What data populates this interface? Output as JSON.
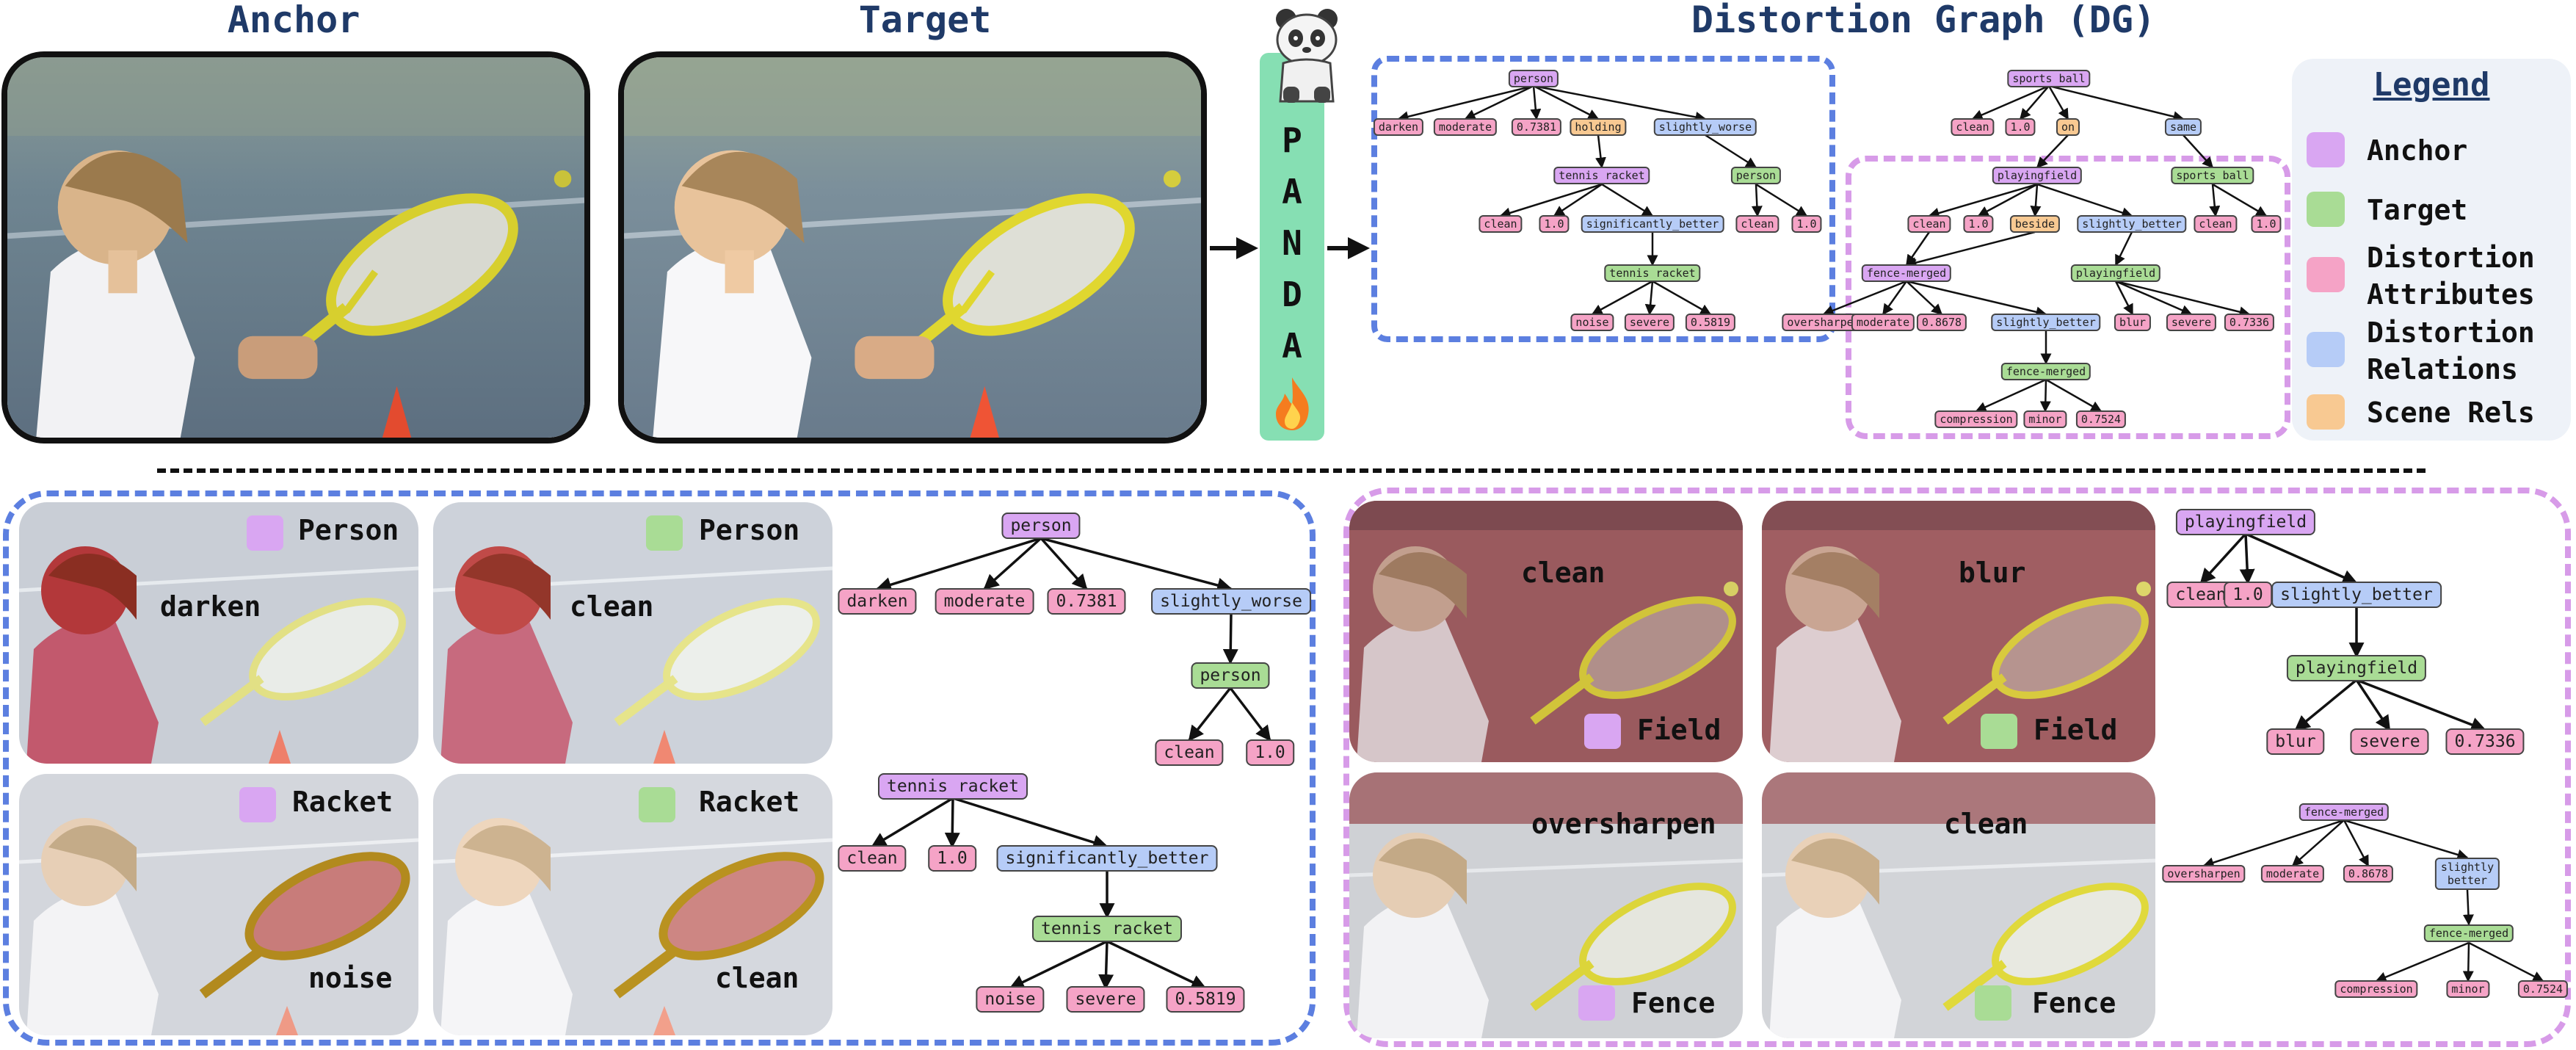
{
  "titles": {
    "anchor": "Anchor",
    "target": "Target",
    "dg": "Distortion Graph (DG)"
  },
  "panda": {
    "letters": [
      "P",
      "A",
      "N",
      "D",
      "A"
    ]
  },
  "legend": {
    "title": "Legend",
    "items": [
      {
        "label": "Anchor",
        "color": "#d9a6f2"
      },
      {
        "label": "Target",
        "color": "#a9dc95"
      },
      {
        "label": "Distortion\nAttributes",
        "color": "#f5a3c6"
      },
      {
        "label": "Distortion\nRelations",
        "color": "#b6ccf7"
      },
      {
        "label": "Scene Rels",
        "color": "#f8c992"
      }
    ]
  },
  "colors": {
    "anchor": "#d9a6f2",
    "target": "#a9dc95",
    "attribute": "#f5a3c6",
    "relation": "#b6ccf7",
    "scene": "#f8c992",
    "blue_dash": "#5c7fe0",
    "pink_dash": "#d79be8"
  },
  "graph_nodes": {
    "person": "person",
    "darken": "darken",
    "moderate": "moderate",
    "v7381": "0.7381",
    "holding": "holding",
    "slightly_worse": "slightly_worse",
    "person_t": "person",
    "clean": "clean",
    "one": "1.0",
    "tennis_racket": "tennis racket",
    "significantly_better": "significantly_better",
    "tennis_racket_t": "tennis racket",
    "noise": "noise",
    "severe": "severe",
    "v5819": "0.5819",
    "sports_ball": "sports ball",
    "on": "on",
    "same": "same",
    "sports_ball_t": "sports ball",
    "playingfield": "playingfield",
    "beside": "beside",
    "slightly_better": "slightly_better",
    "playingfield_t": "playingfield",
    "blur": "blur",
    "v7336": "0.7336",
    "fence_merged": "fence-merged",
    "oversharpen": "oversharpen",
    "v8678": "0.8678",
    "slightly_better_wrap": "slightly\nbetter",
    "fence_merged_t": "fence-merged",
    "compression": "compression",
    "minor": "minor",
    "v7524": "0.7524"
  },
  "thumbs": {
    "left": [
      {
        "tag": "Person",
        "overlay": "darken"
      },
      {
        "tag": "Person",
        "overlay": "clean"
      },
      {
        "tag": "Racket",
        "overlay": "noise"
      },
      {
        "tag": "Racket",
        "overlay": "clean"
      }
    ],
    "right": [
      {
        "tag": "Field",
        "overlay": "clean"
      },
      {
        "tag": "Field",
        "overlay": "blur"
      },
      {
        "tag": "Fence",
        "overlay": "oversharpen"
      },
      {
        "tag": "Fence",
        "overlay": "clean"
      }
    ]
  }
}
